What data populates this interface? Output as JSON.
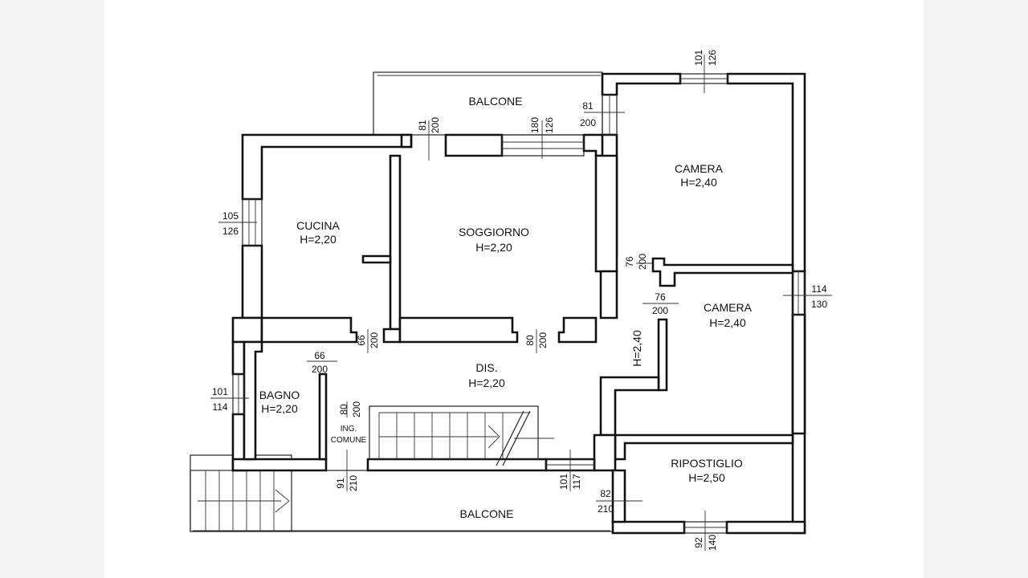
{
  "rooms": {
    "balcone_top": "BALCONE",
    "cucina": {
      "name": "CUCINA",
      "height": "H=2,20"
    },
    "soggiorno": {
      "name": "SOGGIORNO",
      "height": "H=2,20"
    },
    "camera_1": {
      "name": "CAMERA",
      "height": "H=2,40"
    },
    "camera_2": {
      "name": "CAMERA",
      "height": "H=2,40"
    },
    "dis": {
      "name": "DIS.",
      "height": "H=2,20"
    },
    "bagno": {
      "name": "BAGNO",
      "height": "H=2,20"
    },
    "ripostiglio": {
      "name": "RIPOSTIGLIO",
      "height": "H=2,50"
    },
    "ing_comune_1": "ING.",
    "ing_comune_2": "COMUNE",
    "balcone_bottom": "BALCONE",
    "corridor_height": "H=2,40"
  },
  "openings": {
    "camera_top_window": {
      "w": "101",
      "h": "126"
    },
    "balcone_door": {
      "w": "81",
      "h": "200"
    },
    "soggiorno_door": {
      "w": "81",
      "h": "200"
    },
    "soggiorno_window": {
      "w": "180",
      "h": "126"
    },
    "cucina_window": {
      "w": "105",
      "h": "126"
    },
    "camera_door_1": {
      "w": "76",
      "h": "200"
    },
    "camera_door_2": {
      "w": "76",
      "h": "200"
    },
    "camera_window_right": {
      "w": "114",
      "h": "130"
    },
    "cucina_door": {
      "w": "66",
      "h": "200"
    },
    "soggiorno_arch": {
      "w": "80",
      "h": "200"
    },
    "bagno_door": {
      "w": "66",
      "h": "200"
    },
    "bagno_window": {
      "w": "101",
      "h": "114"
    },
    "entrance_door": {
      "w": "80",
      "h": "200"
    },
    "balcone_bottom_door": {
      "w": "91",
      "h": "210"
    },
    "dis_window": {
      "w": "101",
      "h": "117"
    },
    "ripostiglio_door": {
      "w": "82",
      "h": "210"
    },
    "ripostiglio_window": {
      "w": "92",
      "h": "140"
    }
  }
}
